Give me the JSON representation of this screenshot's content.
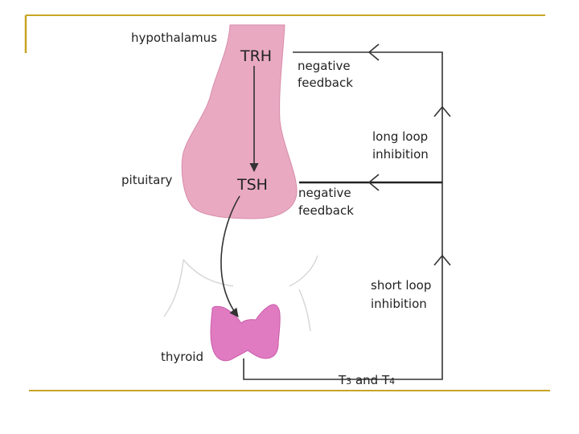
{
  "colors": {
    "slide_accent": "#C8A526",
    "gland": "#E9A9C1",
    "gland_edge": "#D88DAA",
    "thyroid": "#E07BC2",
    "thyroid_edge": "#C95AA8",
    "line": "#333333",
    "neck": "#D6D6D6"
  },
  "organs": {
    "hypothalamus": "hypothalamus",
    "pituitary": "pituitary",
    "thyroid": "thyroid"
  },
  "hormones": {
    "trh": "TRH",
    "tsh": "TSH",
    "t3": "3",
    "t4": "4",
    "t_prefix": "T",
    "and_text": " and "
  },
  "feedback": {
    "top": {
      "line1": "negative",
      "line2": "feedback"
    },
    "middle": {
      "line1": "negative",
      "line2": "feedback"
    }
  },
  "inhibition": {
    "long_loop": {
      "line1": "long loop",
      "line2": "inhibition"
    },
    "short_loop": {
      "line1": "short loop",
      "line2": "inhibition"
    }
  }
}
